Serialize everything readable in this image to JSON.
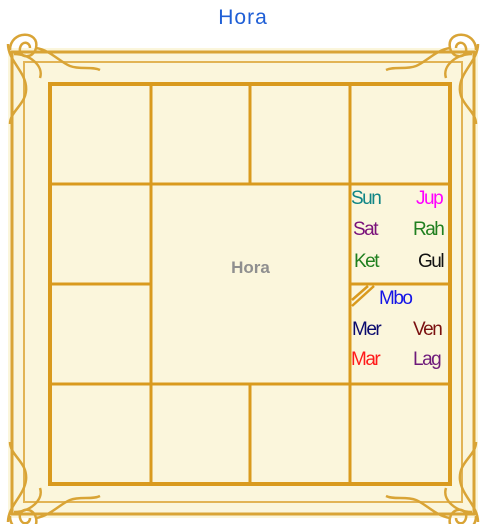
{
  "page_title": "Hora",
  "chart_label": "Hora",
  "colors": {
    "title": "#1f5fd6",
    "background": "#fbf6dc",
    "frame": "#d9a436",
    "grid": "#d99a1e",
    "center_label": "#8f8f8f"
  },
  "houses": {
    "right_upper": [
      {
        "label": "Sun",
        "color": "#0f8585"
      },
      {
        "label": "Jup",
        "color": "#ff00ff"
      },
      {
        "label": "Sat",
        "color": "#7a117a"
      },
      {
        "label": "Rah",
        "color": "#1f7f1f"
      },
      {
        "label": "Ket",
        "color": "#1f7f1f"
      },
      {
        "label": "Gul",
        "color": "#111111"
      }
    ],
    "right_lower": [
      {
        "label": "Mbo",
        "color": "#1414e6"
      },
      {
        "label": "Mer",
        "color": "#0a0a6e"
      },
      {
        "label": "Ven",
        "color": "#7a1010"
      },
      {
        "label": "Mar",
        "color": "#ff1a1a"
      },
      {
        "label": "Lag",
        "color": "#6e1a7a"
      }
    ]
  },
  "icons": [
    "corner-ornament-icon",
    "retrograde-marker-icon"
  ]
}
